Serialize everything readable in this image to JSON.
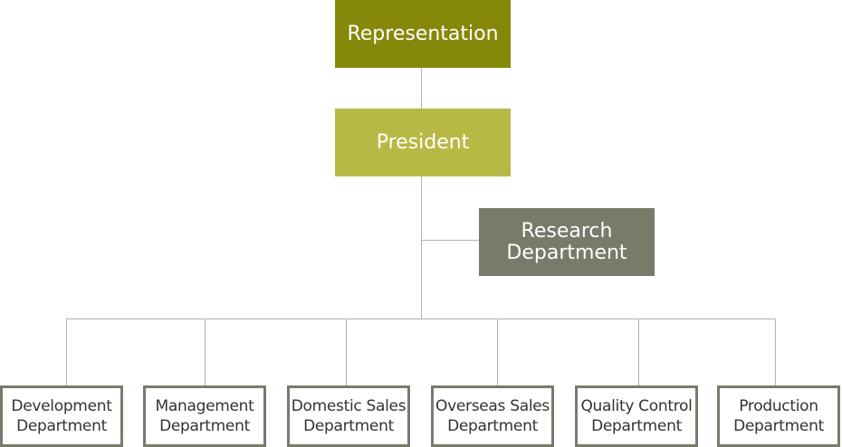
{
  "colors": {
    "representation_fill": "#86880a",
    "president_fill": "#b8b845",
    "research_fill": "#7a7a6a",
    "department_border": "#7a7a6a",
    "connector": "#b0b0b0"
  },
  "nodes": {
    "representation": {
      "label": "Representation"
    },
    "president": {
      "label": "President"
    },
    "research": {
      "line1": "Research",
      "line2": "Department"
    },
    "departments": [
      {
        "line1": "Development",
        "line2": "Department"
      },
      {
        "line1": "Management",
        "line2": "Department"
      },
      {
        "line1": "Domestic Sales",
        "line2": "Department"
      },
      {
        "line1": "Overseas Sales",
        "line2": "Department"
      },
      {
        "line1": "Quality Control",
        "line2": "Department"
      },
      {
        "line1": "Production",
        "line2": "Department"
      }
    ]
  }
}
